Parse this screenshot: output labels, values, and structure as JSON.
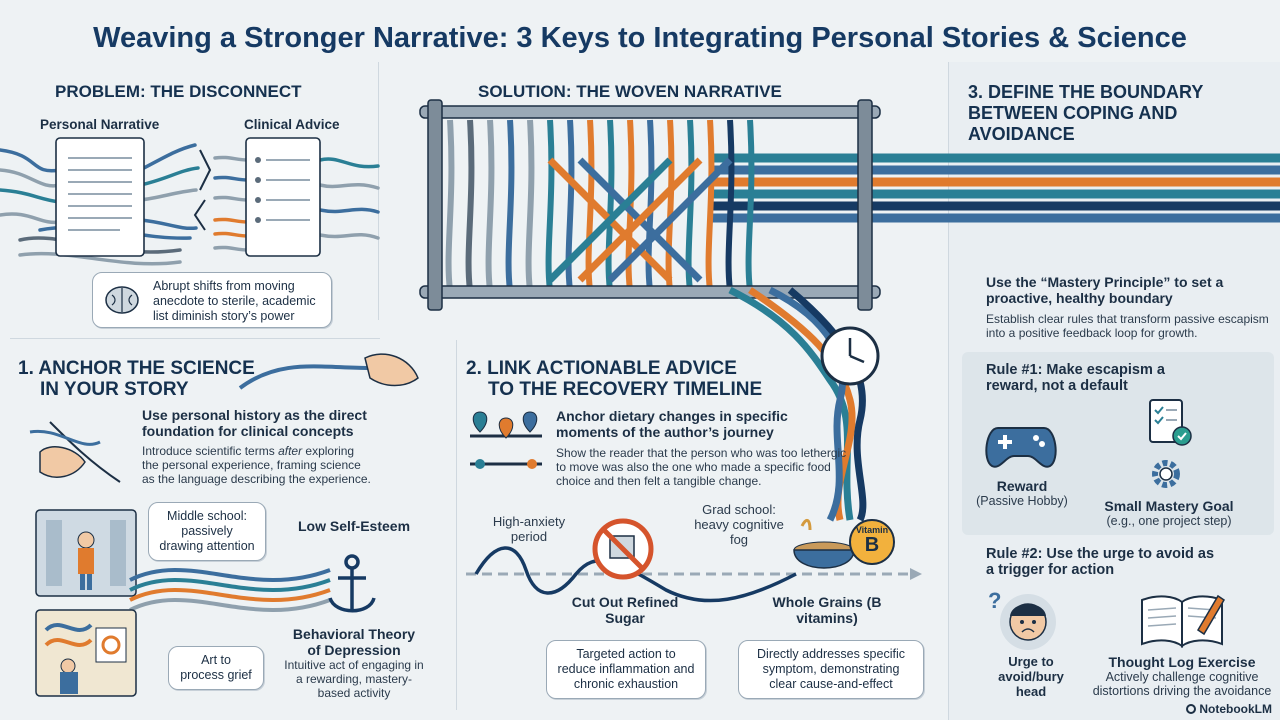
{
  "title": "Weaving a Stronger Narrative: 3 Keys to Integrating Personal Stories & Science",
  "problem": {
    "heading": "PROBLEM: THE DISCONNECT",
    "left_label": "Personal Narrative",
    "right_label": "Clinical Advice",
    "callout": "Abrupt shifts from moving anecdote to sterile, academic list diminish story’s power"
  },
  "solution": {
    "heading": "SOLUTION: THE WOVEN NARRATIVE"
  },
  "anchor": {
    "heading_line1": "1. ANCHOR THE SCIENCE",
    "heading_line2": "IN YOUR STORY",
    "subhead": "Use personal history as the direct foundation for clinical concepts",
    "body_prefix": "Introduce scientific terms ",
    "body_emph": "after",
    "body_suffix": " exploring the personal experience, framing science as the language describing the experience.",
    "middle_school": "Middle school: passively drawing attention",
    "low_self_esteem": "Low Self-Esteem",
    "art": "Art to process grief",
    "theory_title": "Behavioral Theory of Depression",
    "theory_body": "Intuitive act of engaging in a rewarding, mastery-based activity"
  },
  "link": {
    "heading_line1": "2. LINK ACTIONABLE ADVICE",
    "heading_line2": "TO THE RECOVERY TIMELINE",
    "subhead": "Anchor dietary changes in specific moments of the author’s journey",
    "body": "Show the reader that the person who was too lethergic to move was also the one who made a specific food choice and then felt a tangible change.",
    "high_anxiety": "High-anxiety period",
    "grad_school": "Grad school: heavy cognitive fog",
    "vitamin_label": "Vitamin",
    "vitamin_letter": "B",
    "cut_out": "Cut Out Refined Sugar",
    "whole_grains": "Whole Grains (B vitamins)",
    "callout_left": "Targeted action to reduce inflammation and chronic exhaustion",
    "callout_right": "Directly addresses specific symptom, demonstrating clear cause-and-effect"
  },
  "boundary": {
    "heading": "3. DEFINE THE BOUNDARY BETWEEN COPING AND AVOIDANCE",
    "subhead": "Use the “Mastery Principle” to set a proactive, healthy boundary",
    "body": "Establish clear rules that transform passive escapism into a positive feedback loop for growth.",
    "rule1_title": "Rule #1: Make escapism a reward, not a default",
    "reward": "Reward",
    "reward_sub": "(Passive Hobby)",
    "mastery_goal": "Small Mastery Goal",
    "mastery_goal_sub": "(e.g., one project step)",
    "rule2_title": "Rule #2: Use the urge to avoid as a trigger for action",
    "urge": "Urge to avoid/bury head",
    "thought_log": "Thought Log Exercise",
    "thought_log_body": "Actively challenge cognitive distortions driving the avoidance"
  },
  "brand": "NotebookLM",
  "colors": {
    "navy": "#163a63",
    "teal": "#2a7f95",
    "orange": "#e07b2e",
    "gray_thread": "#8fa0ad",
    "blue_thread": "#3c6e9e"
  }
}
